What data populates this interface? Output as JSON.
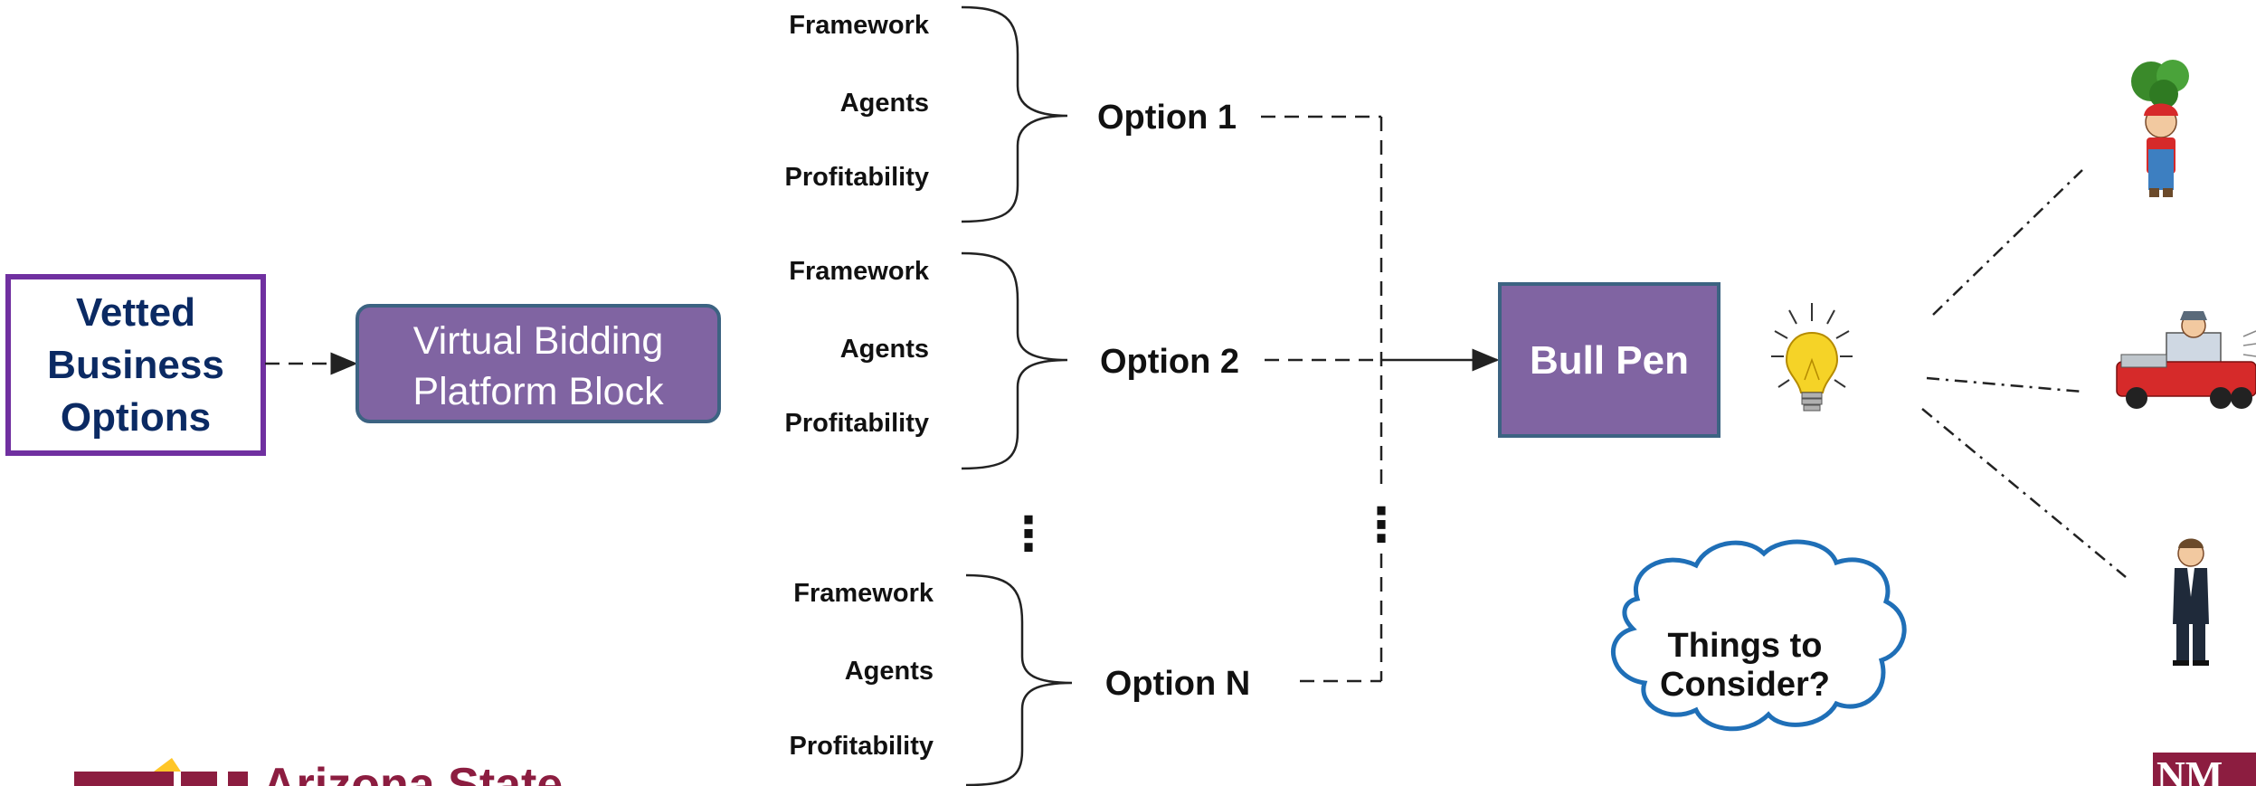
{
  "vetted": {
    "lines": [
      "Vetted",
      "Business",
      "Options"
    ]
  },
  "platform": {
    "lines": [
      "Virtual Bidding",
      "Platform Block"
    ]
  },
  "groups": [
    {
      "items": [
        "Framework",
        "Agents",
        "Profitability"
      ],
      "option": "Option 1"
    },
    {
      "items": [
        "Framework",
        "Agents",
        "Profitability"
      ],
      "option": "Option 2"
    },
    {
      "items": [
        "Framework",
        "Agents",
        "Profitability"
      ],
      "option": "Option N"
    }
  ],
  "ellipsis": "⋮",
  "bullpen": {
    "label": "Bull Pen"
  },
  "cloud": {
    "lines": [
      "Things to",
      "Consider?"
    ]
  },
  "logos": {
    "asu": "Arizona State",
    "nmsu": "NM"
  },
  "colors": {
    "purple": "#8064a2",
    "purple_border": "#3c6382",
    "vetted_border": "#7030a0",
    "navy": "#0b2a63",
    "cloud_stroke": "#1f6fb7",
    "asu_maroon": "#8c1d40",
    "bulb": "#f5d327"
  },
  "icons": [
    "lightbulb-icon",
    "farmer-icon",
    "truck-driver-icon",
    "businessman-icon"
  ]
}
